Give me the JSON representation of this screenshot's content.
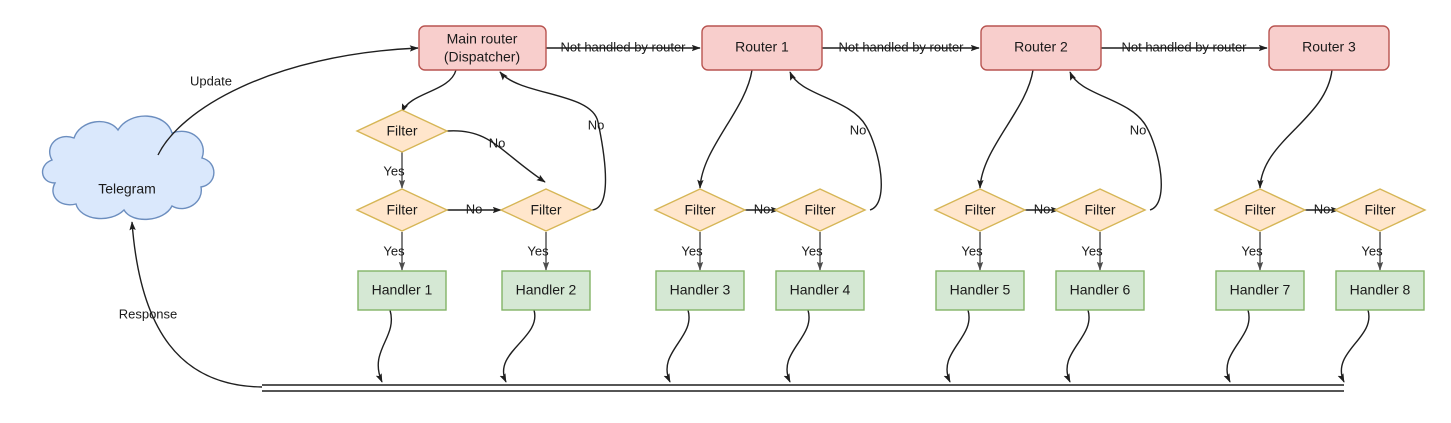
{
  "diagram": {
    "title": "Telegram bot dispatcher routing flow",
    "colors": {
      "router_fill": "#f8cecc",
      "router_stroke": "#b85450",
      "filter_fill": "#ffe6cc",
      "filter_stroke": "#d6b656",
      "handler_fill": "#d5e8d4",
      "handler_stroke": "#82b366",
      "cloud_fill": "#dae8fc",
      "cloud_stroke": "#6c8ebf",
      "edge": "#1f1f1f",
      "text": "#1a1a1a"
    },
    "source": {
      "label": "Telegram",
      "shape": "cloud"
    },
    "routers": [
      {
        "id": "dispatcher",
        "line1": "Main router",
        "line2": "(Dispatcher)"
      },
      {
        "id": "router1",
        "line1": "Router 1",
        "line2": ""
      },
      {
        "id": "router2",
        "line1": "Router 2",
        "line2": ""
      },
      {
        "id": "router3",
        "line1": "Router 3",
        "line2": ""
      }
    ],
    "filters": [
      {
        "id": "filter1",
        "label": "Filter"
      },
      {
        "id": "filter2",
        "label": "Filter"
      },
      {
        "id": "filter3",
        "label": "Filter"
      },
      {
        "id": "filter4",
        "label": "Filter"
      },
      {
        "id": "filter5",
        "label": "Filter"
      },
      {
        "id": "filter6",
        "label": "Filter"
      },
      {
        "id": "filter7",
        "label": "Filter"
      },
      {
        "id": "filter8",
        "label": "Filter"
      },
      {
        "id": "filter9",
        "label": "Filter"
      },
      {
        "id": "filter10",
        "label": "Filter"
      }
    ],
    "handlers": [
      {
        "id": "handler1",
        "label": "Handler 1"
      },
      {
        "id": "handler2",
        "label": "Handler 2"
      },
      {
        "id": "handler3",
        "label": "Handler 3"
      },
      {
        "id": "handler4",
        "label": "Handler 4"
      },
      {
        "id": "handler5",
        "label": "Handler 5"
      },
      {
        "id": "handler6",
        "label": "Handler 6"
      },
      {
        "id": "handler7",
        "label": "Handler 7"
      },
      {
        "id": "handler8",
        "label": "Handler 8"
      }
    ],
    "edge_labels": {
      "update": "Update",
      "response": "Response",
      "not_handled": "Not handled by router",
      "yes": "Yes",
      "no": "No"
    },
    "chain_labels": [
      "Not handled by router",
      "Not handled by router",
      "Not handled by router"
    ],
    "yes_labels": [
      "Yes",
      "Yes",
      "Yes",
      "Yes",
      "Yes",
      "Yes",
      "Yes",
      "Yes"
    ],
    "no_labels_inline": [
      "No",
      "No",
      "No",
      "No"
    ],
    "no_labels_return": [
      "No",
      "No",
      "No",
      "No"
    ],
    "first_filter_no": "No"
  }
}
